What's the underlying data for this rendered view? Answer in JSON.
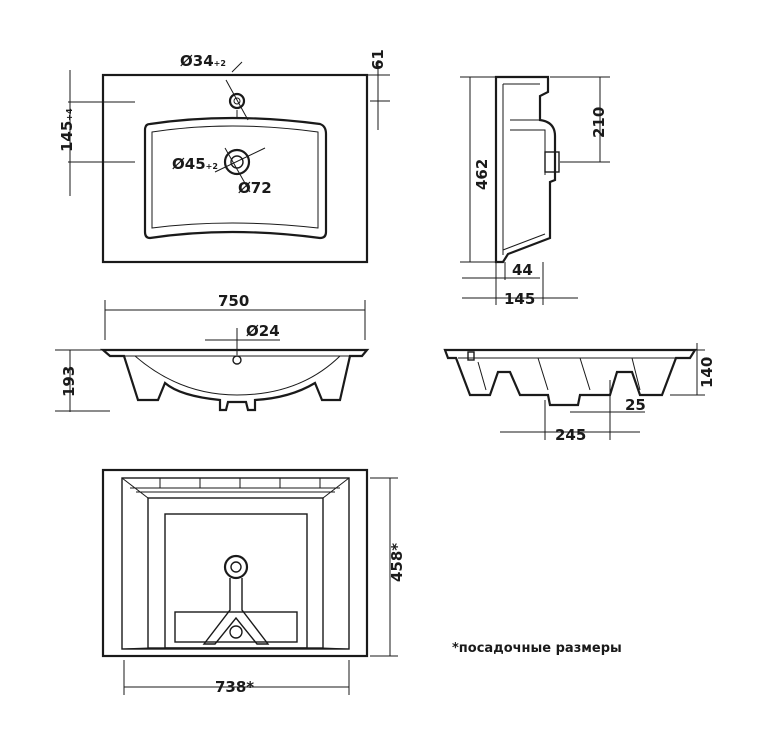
{
  "dimensions": {
    "top_hole_dia": "Ø34",
    "top_hole_tol": "+2",
    "top_margin": "61",
    "top_depth": "145",
    "top_depth_tol": "+4",
    "drain_dia": "Ø45",
    "drain_tol": "+2",
    "drain_outer": "Ø72",
    "side_height": "462",
    "side_210": "210",
    "side_44": "44",
    "side_145": "145",
    "front_width": "750",
    "front_hole": "Ø24",
    "front_height": "193",
    "back_140": "140",
    "back_25": "25",
    "back_245": "245",
    "bottom_depth": "458*",
    "bottom_width": "738*"
  },
  "note": "*посадочные размеры"
}
